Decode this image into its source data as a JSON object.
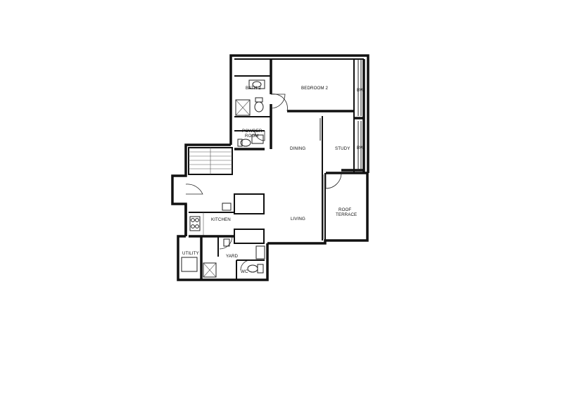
{
  "floor_plan": {
    "rooms": {
      "bath2": "BATH 2",
      "bedroom2": "BEDROOM 2",
      "bw_top": "BW",
      "bw_bottom": "BW",
      "powder_room_line1": "POWDER",
      "powder_room_line2": "ROOM",
      "dining": "DINING",
      "study": "STUDY",
      "roof_terrace_line1": "ROOF",
      "roof_terrace_line2": "TERRACE",
      "kitchen": "KITCHEN",
      "living": "LIVING",
      "utility": "UTILITY",
      "yard": "YARD",
      "wc": "WC"
    }
  }
}
